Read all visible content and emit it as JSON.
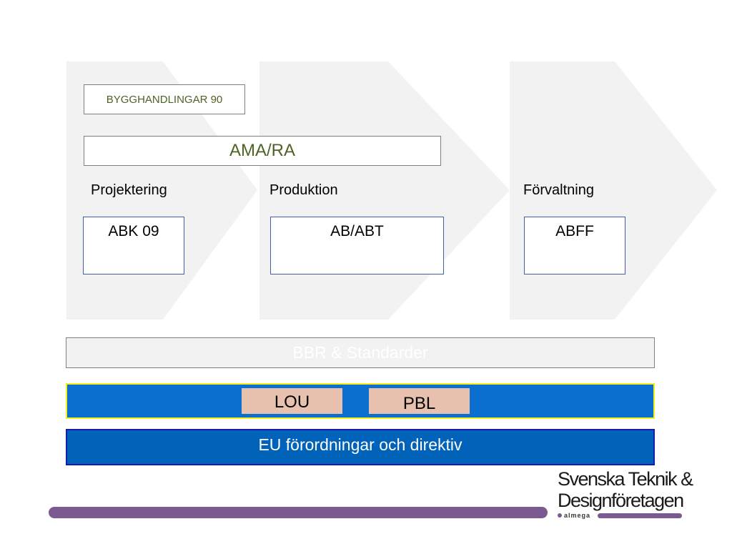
{
  "phases": [
    "Projektering",
    "Produktion",
    "Förvaltning"
  ],
  "standards": {
    "bygghandlingar": "BYGGHANDLINGAR 90",
    "ama": "AMA/RA"
  },
  "contracts": [
    "ABK 09",
    "AB/ABT",
    "ABFF"
  ],
  "layers": {
    "bbr": "BBR & Standarder",
    "lou": "LOU",
    "pbl": "PBL",
    "eu": "EU förordningar och direktiv"
  },
  "logo": {
    "line1": "Svenska Teknik &",
    "line2": "Designföretagen",
    "sub": "almega"
  },
  "colors": {
    "chevron": "#f2f2f2",
    "blue_bar": "#0a6fcf",
    "yellow_border": "#f5ef1f",
    "eu_bar": "#0062b8",
    "eu_border": "#1a1ab0",
    "tag_fill": "#e8c0ae",
    "purple": "#7b5a92"
  }
}
